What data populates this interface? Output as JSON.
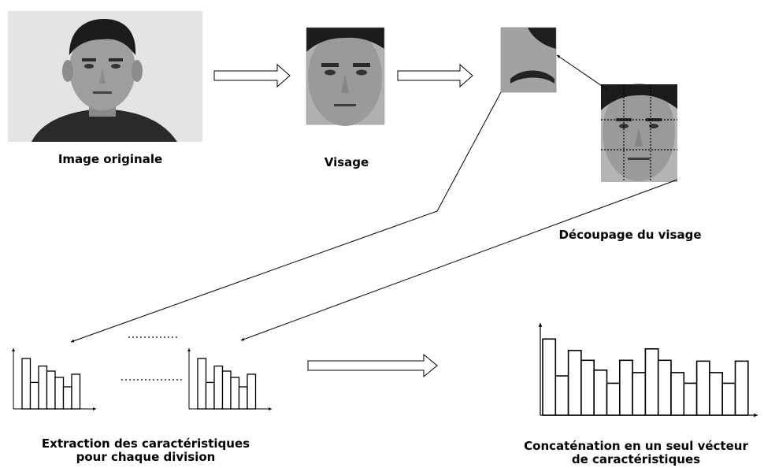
{
  "labels": {
    "original": "Image originale",
    "visage": "Visage",
    "decoupage": "Découpage du visage",
    "extraction_line1": "Extraction des caractéristiques",
    "extraction_line2": "pour chaque division",
    "concat_line1": "Concaténation en un seul vécteur",
    "concat_line2": "de caractéristiques"
  },
  "icons": {
    "face_photo": "face-photo-icon",
    "crop": "face-crop-icon",
    "grid": "face-grid-icon",
    "arrow": "block-arrow-icon",
    "histogram": "histogram-icon"
  },
  "histograms": {
    "small_1": [
      0.8,
      0.42,
      0.68,
      0.6,
      0.5,
      0.35,
      0.55
    ],
    "small_2": [
      0.8,
      0.42,
      0.68,
      0.6,
      0.5,
      0.35,
      0.55
    ],
    "large": [
      0.93,
      0.48,
      0.79,
      0.67,
      0.55,
      0.39,
      0.67,
      0.52,
      0.81,
      0.67,
      0.52,
      0.39,
      0.66,
      0.52,
      0.39,
      0.66
    ]
  },
  "colors": {
    "ink": "#000000",
    "photo_bg": "#e6e6e6",
    "skin": "#9c9c9c",
    "hair": "#1e1e1e"
  }
}
